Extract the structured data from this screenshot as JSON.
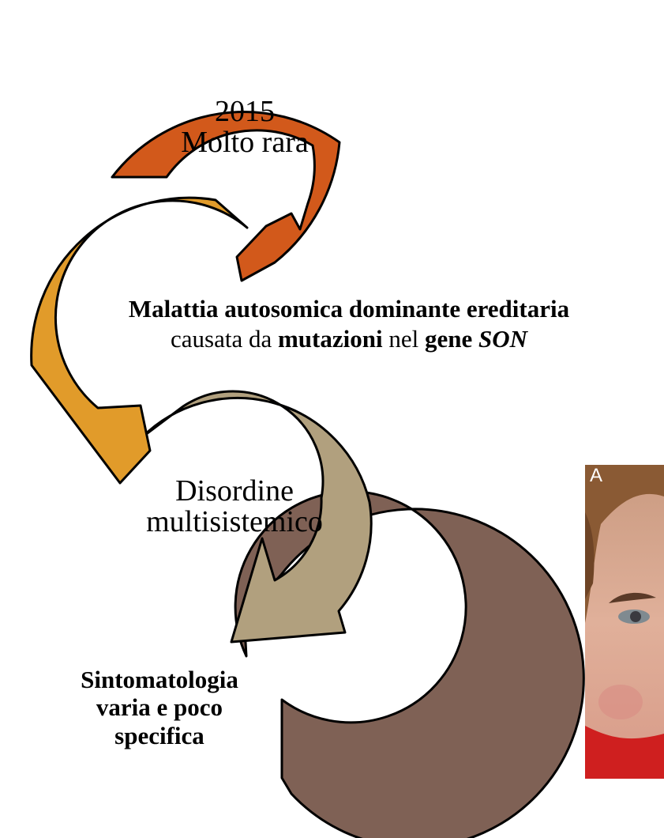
{
  "diagram": {
    "steps": [
      {
        "lines": [
          "2015",
          "Molto rara"
        ],
        "color": "#d2591b"
      },
      {
        "line1": "Malattia autosomica dominante ereditaria",
        "line2": {
          "a": "causata da ",
          "b": "mutazioni",
          "c": " nel ",
          "d": "gene ",
          "e": "SON"
        },
        "color": "#e19b2a"
      },
      {
        "lines": [
          "Disordine",
          "multisistemico"
        ],
        "color": "#b1a07e"
      },
      {
        "lines": [
          "Sintomatologia",
          "varia e poco",
          "specifica"
        ],
        "color": "#7f6155"
      }
    ]
  },
  "photo": {
    "panel_letter": "A"
  }
}
